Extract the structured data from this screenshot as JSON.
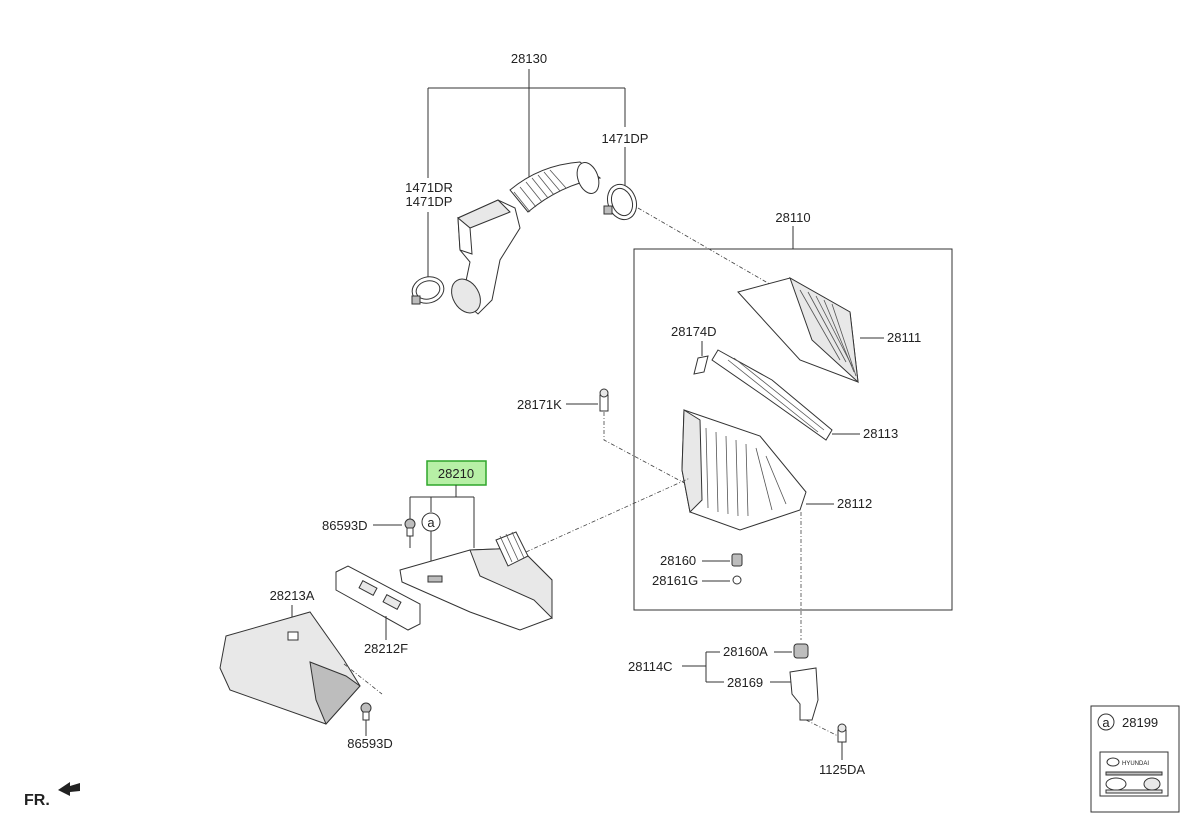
{
  "diagram": {
    "labels": {
      "hose_assembly": "28130",
      "clamp_upper_right": "1471DP",
      "clamp_left_1": "1471DR",
      "clamp_left_2": "1471DP",
      "cleaner_assembly": "28110",
      "cover": "28111",
      "insulator": "28174D",
      "element": "28113",
      "sensor_bolt": "28171K",
      "body": "28112",
      "duct_assembly": "28210",
      "bolt_upper": "86593D",
      "bolt_lower": "86593D",
      "resonator": "28213A",
      "bracket_duct": "28212F",
      "grommet": "28160",
      "grommet_bolt": "28161G",
      "bracket_assembly": "28114C",
      "grommet_a": "28160A",
      "bracket": "28169",
      "bracket_bolt": "1125DA",
      "label_ref": "28199",
      "callout_a": "a",
      "callout_a_legend": "a",
      "front_marker": "FR."
    },
    "label_card": {
      "brand": "HYUNDAI"
    },
    "colors": {
      "highlight_fill": "#b7f0a6",
      "highlight_border": "#2fa52a",
      "line": "#333333"
    }
  }
}
